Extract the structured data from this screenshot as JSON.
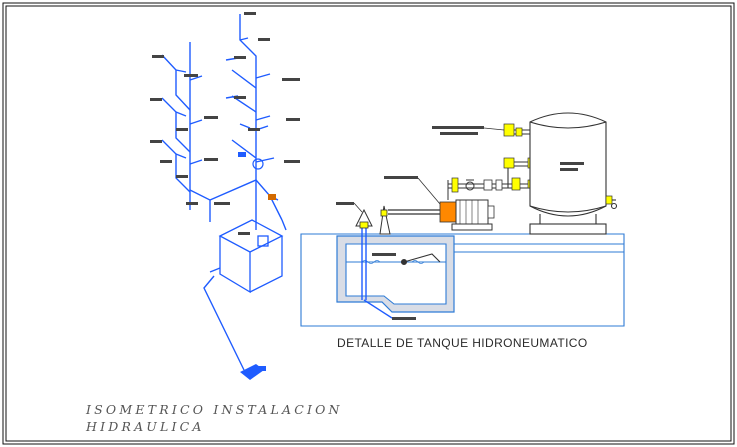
{
  "drawing": {
    "detail_caption": "DETALLE DE TANQUE HIDRONEUMATICO",
    "isometric_title_line1": "ISOMETRICO INSTALACION",
    "isometric_title_line2": "HIDRAULICA"
  },
  "colors": {
    "pipe": "#1f5cff",
    "fitting": "#ffff00",
    "pump": "#ff8800",
    "label_fill": "#444444",
    "frame": "#111111",
    "sump_wall": "#2e7bd6",
    "gravel": "#d9dde6"
  }
}
